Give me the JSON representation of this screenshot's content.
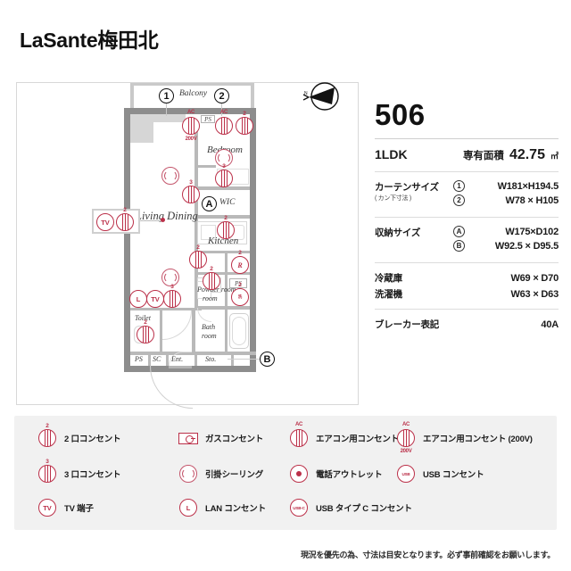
{
  "title": "LaSante梅田北",
  "accent_color": "#bb3049",
  "legend_bg": "#f1f1f1",
  "compass": {
    "name": "north-arrow"
  },
  "info": {
    "room_number": "506",
    "layout_type": "1LDK",
    "area_label": "専有面積",
    "area_value": "42.75",
    "area_unit": "㎡",
    "curtain": {
      "label": "カーテンサイズ",
      "sub_label": "( カン下寸法 )",
      "rows": [
        {
          "index": "1",
          "value": "W181×H194.5"
        },
        {
          "index": "2",
          "value": "W78 × H105"
        }
      ]
    },
    "storage": {
      "label": "収納サイズ",
      "rows": [
        {
          "index": "A",
          "value": "W175×D102"
        },
        {
          "index": "B",
          "value": "W92.5 × D95.5"
        }
      ]
    },
    "appliances": [
      {
        "key": "冷蔵庫",
        "value": "W69 × D70"
      },
      {
        "key": "洗濯機",
        "value": "W63 × D63"
      }
    ],
    "breaker": {
      "key": "ブレーカー表記",
      "value": "40A"
    }
  },
  "plan": {
    "rooms": [
      {
        "name": "balcony",
        "label": "Balcony"
      },
      {
        "name": "bedroom",
        "label": "Bedroom"
      },
      {
        "name": "living-dining",
        "label": "Living Dining"
      },
      {
        "name": "wic",
        "label": "WIC"
      },
      {
        "name": "kitchen",
        "label": "Kitchen"
      },
      {
        "name": "powder-room",
        "label": "Powder room"
      },
      {
        "name": "powder-room-2",
        "label": "room"
      },
      {
        "name": "bath-room",
        "label": "Bath"
      },
      {
        "name": "bath-room-2",
        "label": "room"
      },
      {
        "name": "toilet",
        "label": "Toilet"
      },
      {
        "name": "entrance",
        "label": "Ent."
      },
      {
        "name": "shoe-closet",
        "label": "SC"
      },
      {
        "name": "storage",
        "label": "Sto."
      },
      {
        "name": "ps-entry",
        "label": "PS"
      },
      {
        "name": "ps-top",
        "label": "PS"
      },
      {
        "name": "ps-kitchen",
        "label": "PS"
      }
    ],
    "markers": [
      {
        "name": "curtain-marker-1",
        "label": "1"
      },
      {
        "name": "curtain-marker-2",
        "label": "2"
      },
      {
        "name": "storage-marker-a",
        "label": "A"
      },
      {
        "name": "storage-marker-b",
        "label": "B"
      }
    ],
    "symbol_labels": {
      "two_outlet": "2",
      "three_outlet": "3",
      "ac": "AC",
      "volt200": "200V",
      "tv": "TV",
      "lan": "L",
      "usb": "USB",
      "usb_c": "USB-C",
      "fridge": "R",
      "washer": "洗"
    }
  },
  "legend": {
    "items": [
      {
        "icon": "two-outlet-icon",
        "label": "2 口コンセント"
      },
      {
        "icon": "gas-outlet-icon",
        "label": "ガスコンセント"
      },
      {
        "icon": "ac-outlet-icon",
        "label": "エアコン用コンセント"
      },
      {
        "icon": "ac-outlet-200v-icon",
        "label": "エアコン用コンセント (200V)"
      },
      {
        "icon": "three-outlet-icon",
        "label": "3 口コンセント"
      },
      {
        "icon": "ceiling-light-icon",
        "label": "引掛シーリング"
      },
      {
        "icon": "phone-outlet-icon",
        "label": "電話アウトレット"
      },
      {
        "icon": "usb-outlet-icon",
        "label": "USB コンセント"
      },
      {
        "icon": "tv-terminal-icon",
        "label": "TV 端子"
      },
      {
        "icon": "lan-outlet-icon",
        "label": "LAN コンセント"
      },
      {
        "icon": "usb-c-outlet-icon",
        "label": "USB タイプ C コンセント"
      }
    ]
  },
  "disclaimer": "現況を優先の為、寸法は目安となります。必ず事前確認をお願いします。"
}
